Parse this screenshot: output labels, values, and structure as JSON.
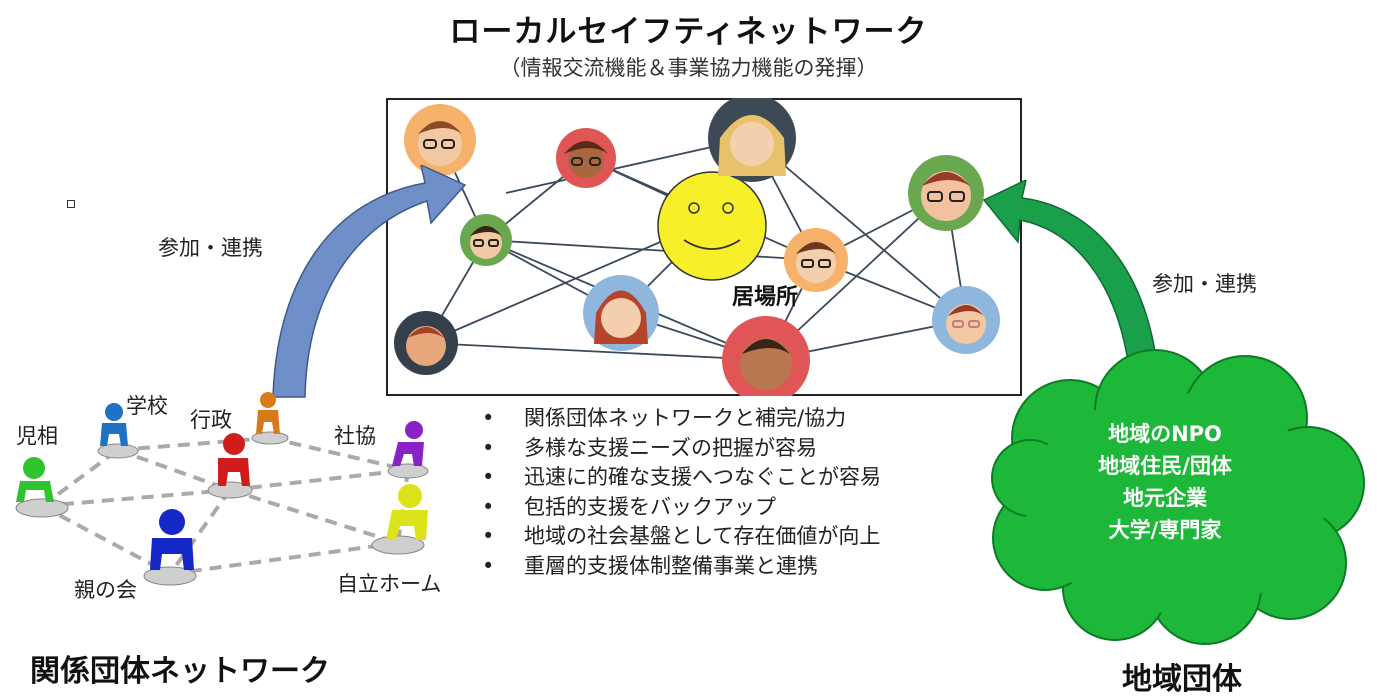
{
  "title": "ローカルセイフティネットワーク",
  "subtitle": "（情報交流機能＆事業協力機能の発揮）",
  "center_label": "居場所",
  "left_arrow_label": "参加・連携",
  "right_arrow_label": "参加・連携",
  "bullets": [
    "関係団体ネットワークと補完/協力",
    "多様な支援ニーズの把握が容易",
    "迅速に的確な支援へつなぐことが容易",
    "包括的支援をバックアップ",
    "地域の社会基盤として存在価値が向上",
    "重層的支援体制整備事業と連携"
  ],
  "bullet_mark": "•",
  "org_nodes": {
    "jiso": "児相",
    "gakko": "学校",
    "gyosei": "行政",
    "shakyo": "社協",
    "oya": "親の会",
    "jiritsu": "自立ホーム"
  },
  "cloud_lines": [
    "地域のNPO",
    "地域住民/団体",
    "地元企業",
    "大学/専門家"
  ],
  "left_title": "関係団体ネットワーク",
  "right_title": "地域団体",
  "colors": {
    "left_arrow": "#6f8fc8",
    "right_arrow": "#1aa04a",
    "cloud": "#1db83a",
    "smiley": "#f7ef2a",
    "network_line": "#3a4a5a"
  }
}
